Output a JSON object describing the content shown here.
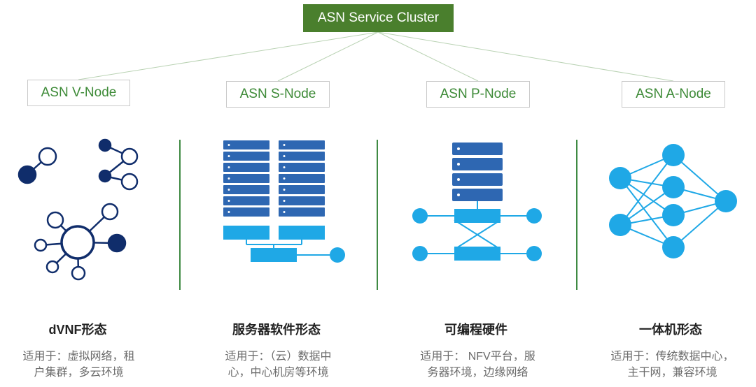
{
  "root": {
    "label": "ASN Service Cluster"
  },
  "nodes": [
    {
      "label": "ASN V-Node",
      "title": "dVNF形态",
      "desc_line1": "适用于：虚拟网络，租",
      "desc_line2": "户集群，多云环境"
    },
    {
      "label": "ASN S-Node",
      "title": "服务器软件形态",
      "desc_line1": "适用于：（云）数据中",
      "desc_line2": "心，中心机房等环境"
    },
    {
      "label": "ASN P-Node",
      "title": "可编程硬件",
      "desc_line1": "适用于： NFV平台，服",
      "desc_line2": "务器环境，边缘网络"
    },
    {
      "label": "ASN A-Node",
      "title": "一体机形态",
      "desc_line1": "适用于：传统数据中心，",
      "desc_line2": "主干网，兼容环境"
    }
  ],
  "icons": [
    "vnf-network-icon",
    "server-rack-icon",
    "programmable-hardware-icon",
    "neural-network-icon"
  ],
  "colors": {
    "root_bg": "#4a7f2d",
    "node_text": "#3d8a37",
    "divider": "#3f8a43",
    "navy": "#102d6b",
    "server_blue": "#2e67b2",
    "cyan": "#1fa8e6"
  }
}
